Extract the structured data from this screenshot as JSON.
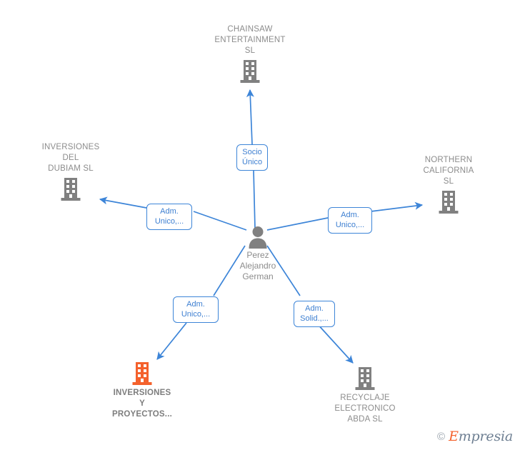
{
  "graph": {
    "center": {
      "name": "Perez Alejandro German",
      "label": "Perez\nAlejandro\nGerman",
      "icon": "person-icon",
      "type": "person"
    },
    "nodes": [
      {
        "id": "chainsaw",
        "label": "CHAINSAW\nENTERTAINMENT\nSL",
        "icon": "building-icon",
        "color": "#808080",
        "highlighted": false,
        "label_position": "above"
      },
      {
        "id": "dubiam",
        "label": "INVERSIONES\nDEL\nDUBIAM  SL",
        "icon": "building-icon",
        "color": "#808080",
        "highlighted": false,
        "label_position": "above"
      },
      {
        "id": "northern",
        "label": "NORTHERN\nCALIFORNIA\nSL",
        "icon": "building-icon",
        "color": "#808080",
        "highlighted": false,
        "label_position": "above"
      },
      {
        "id": "inversiones-proyectos",
        "label": "INVERSIONES\nY\nPROYECTOS...",
        "icon": "building-icon",
        "color": "#f4612c",
        "highlighted": true,
        "label_position": "below"
      },
      {
        "id": "recyclaje",
        "label": "RECYCLAJE\nELECTRONICO\nABDA  SL",
        "icon": "building-icon",
        "color": "#808080",
        "highlighted": false,
        "label_position": "below"
      }
    ],
    "edges": [
      {
        "id": "edge-chainsaw",
        "from": "center",
        "to": "chainsaw",
        "label": "Socio\nÚnico",
        "arrow": "to"
      },
      {
        "id": "edge-dubiam",
        "from": "center",
        "to": "dubiam",
        "label": "Adm.\nUnico,...",
        "arrow": "to"
      },
      {
        "id": "edge-northern",
        "from": "center",
        "to": "northern",
        "label": "Adm.\nUnico,...",
        "arrow": "to"
      },
      {
        "id": "edge-inversiones-proyectos",
        "from": "center",
        "to": "inversiones-proyectos",
        "label": "Adm.\nUnico,...",
        "arrow": "to"
      },
      {
        "id": "edge-recyclaje",
        "from": "center",
        "to": "recyclaje",
        "label": "Adm.\nSolid.,...",
        "arrow": "to"
      }
    ],
    "colors": {
      "edge": "#3d85d8",
      "node_default": "#808080",
      "node_highlight": "#f4612c",
      "label_text": "#8c8c8c",
      "edge_label_text": "#3d7fd1",
      "background": "#ffffff"
    }
  },
  "watermark": {
    "copyright": "©",
    "brand_initial": "E",
    "brand_rest": "mpresia"
  }
}
